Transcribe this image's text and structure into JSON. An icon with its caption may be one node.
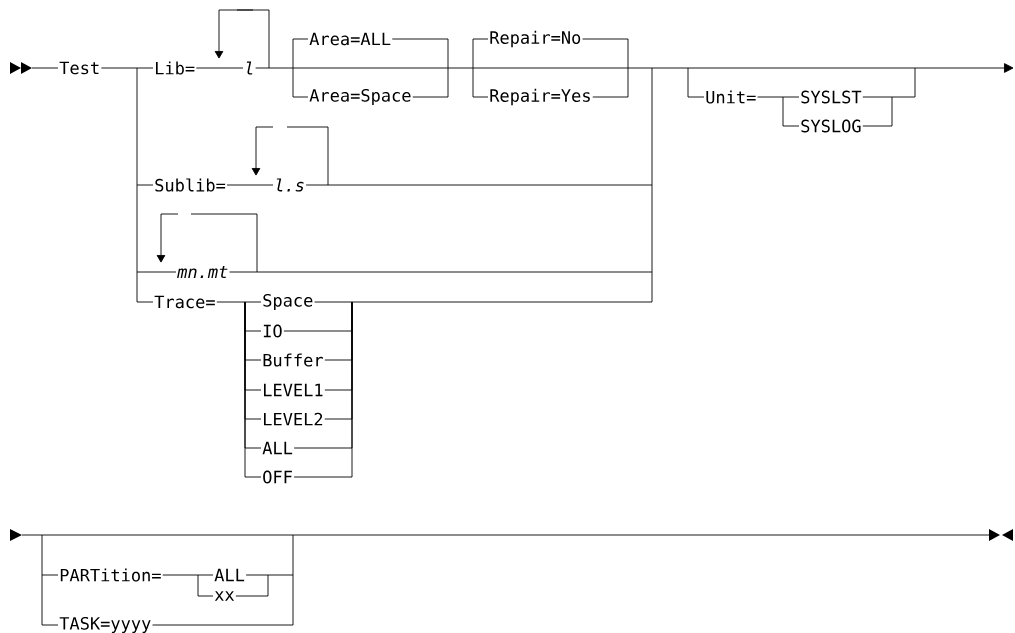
{
  "diagram": {
    "labels": [
      "Test",
      "Lib=",
      "l",
      "Area=ALL",
      "Area=Space",
      "Repair=No",
      "Repair=Yes",
      "Unit=",
      "SYSLST",
      "SYSLOG",
      "Sublib=",
      "l.s",
      "mn.mt",
      "Trace=",
      "Space",
      "IO",
      "Buffer",
      "LEVEL1",
      "LEVEL2",
      "ALL",
      "OFF",
      "PARTition=",
      "ALL",
      "xx",
      "TASK=yyyy"
    ]
  }
}
